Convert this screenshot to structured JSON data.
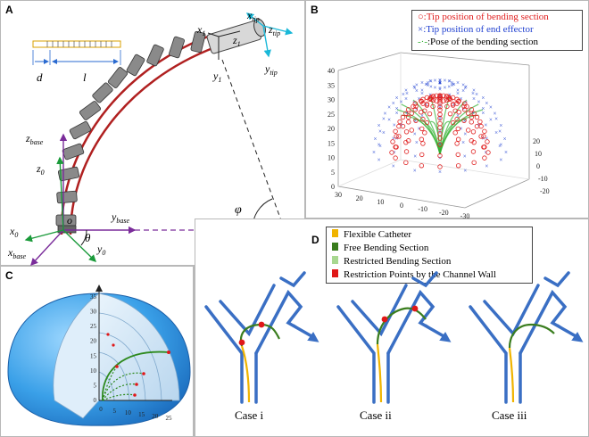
{
  "panels": {
    "a": {
      "label": "A",
      "dims": {
        "d": "d",
        "l": "l"
      },
      "frames": {
        "x1": "x",
        "x1_sub": "1",
        "z1": "z",
        "z1_sub": "1",
        "y1": "y",
        "y1_sub": "1",
        "xtip": "x",
        "xtip_sub": "tip",
        "ztip": "z",
        "ztip_sub": "tip",
        "ytip": "y",
        "ytip_sub": "tip",
        "zbase": "z",
        "zbase_sub": "base",
        "z0": "z",
        "z0_sub": "0",
        "x0": "x",
        "x0_sub": "0",
        "xbase": "x",
        "xbase_sub": "base",
        "ybase": "y",
        "ybase_sub": "base",
        "y0": "y",
        "y0_sub": "0",
        "o": "o"
      },
      "angles": {
        "theta": "θ",
        "phi": "φ"
      }
    },
    "b": {
      "label": "B",
      "legend": [
        {
          "marker": "○",
          "text": ":Tip position of bending section",
          "color": "#e02020"
        },
        {
          "marker": "×",
          "text": ":Tip position of end effector",
          "color": "#2040d0"
        },
        {
          "marker": "-·-",
          "text": ":Pose of the bending section",
          "color": "#30b030"
        }
      ],
      "z_ticks": [
        "40",
        "35",
        "30",
        "25",
        "20",
        "15",
        "10",
        "5",
        "0"
      ],
      "x_ticks": [
        "30",
        "20",
        "10",
        "0",
        "-10",
        "-20",
        "-30"
      ],
      "y_ticks": [
        "20",
        "10",
        "0",
        "-10",
        "-20"
      ]
    },
    "c": {
      "label": "C",
      "v_ticks": [
        "35",
        "30",
        "25",
        "20",
        "15",
        "10",
        "5",
        "0"
      ],
      "h_ticks": [
        "0",
        "5",
        "10",
        "15",
        "20",
        "25"
      ]
    },
    "d": {
      "label": "D",
      "legend": [
        {
          "text": "Flexible Catheter",
          "color": "#f0b400"
        },
        {
          "text": "Free Bending Section",
          "color": "#3a7d1e"
        },
        {
          "text": "Restricted Bending Section",
          "color": "#a8d890"
        },
        {
          "text": "Restriction Points by the Channel Wall",
          "color": "#e01818"
        }
      ],
      "cases": [
        "Case i",
        "Case ii",
        "Case iii"
      ],
      "colors": {
        "wall": "#3a6fc4",
        "catheter": "#f0b400",
        "bending": "#3a7d1e",
        "restriction": "#e01818"
      }
    }
  }
}
